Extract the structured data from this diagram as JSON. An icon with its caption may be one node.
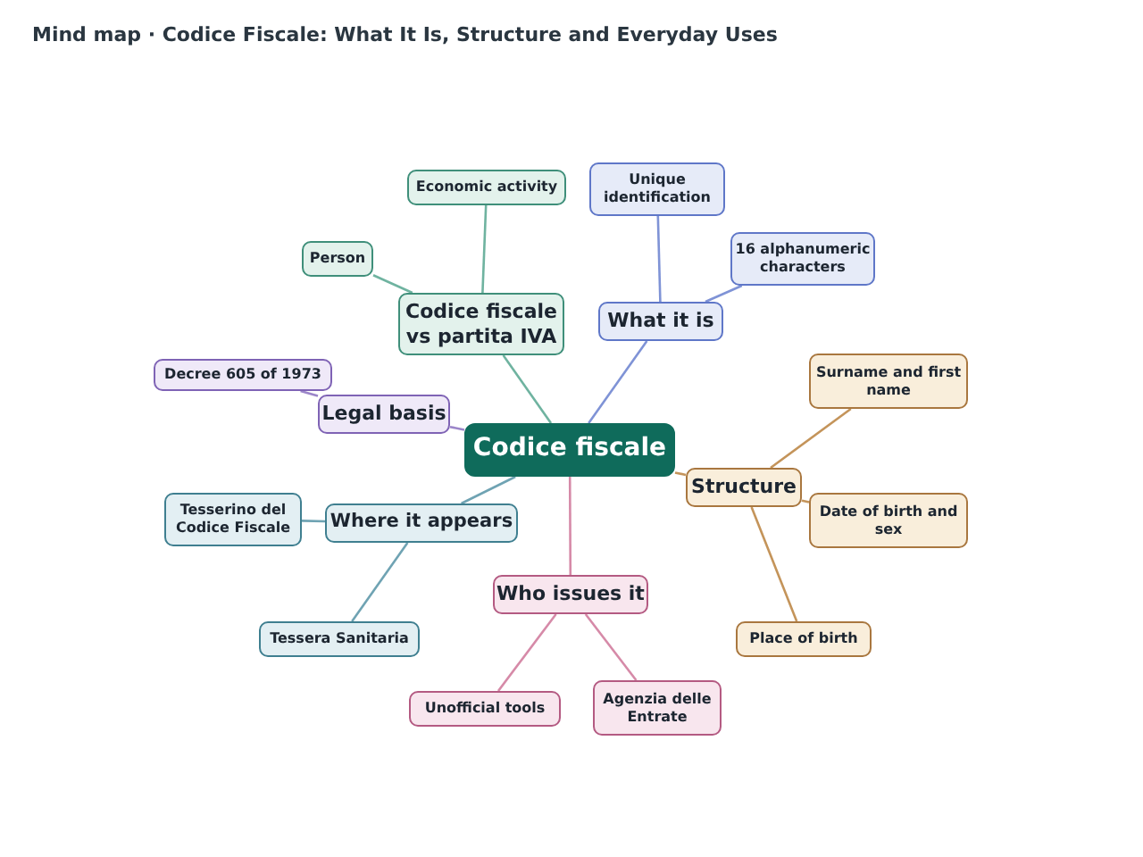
{
  "diagram": {
    "title": "Mind map · Codice Fiscale: What It Is, Structure and Everyday Uses",
    "nodes": [
      {
        "text": [
          "Codice fiscale"
        ]
      },
      {
        "text": [
          "What it is"
        ]
      },
      {
        "text": [
          "Unique identification"
        ]
      },
      {
        "text": [
          "16 alphanumeric characters"
        ]
      },
      {
        "text": [
          "Structure"
        ]
      },
      {
        "text": [
          "Surname and first name"
        ]
      },
      {
        "text": [
          "Date of birth and sex"
        ]
      },
      {
        "text": [
          "Place of birth"
        ]
      },
      {
        "text": [
          "Who issues it"
        ]
      },
      {
        "text": [
          "Unofficial tools"
        ]
      },
      {
        "text": [
          "Agenzia delle Entrate"
        ]
      },
      {
        "text": [
          "Where it appears"
        ]
      },
      {
        "text": [
          "Tesserino del Codice Fiscale"
        ]
      },
      {
        "text": [
          "Tessera Sanitaria"
        ]
      },
      {
        "text": [
          "Legal basis"
        ]
      },
      {
        "text": [
          "Decree 605 of 1973"
        ]
      },
      {
        "text": [
          "Codice fiscale vs partita IVA"
        ]
      },
      {
        "text": [
          "Person"
        ]
      },
      {
        "text": [
          "Economic activity"
        ]
      }
    ],
    "edges": [
      {
        "from": 0,
        "to": 1,
        "arrow": "none",
        "color": "#7f93d6"
      },
      {
        "from": 1,
        "to": 2,
        "arrow": "none",
        "color": "#7f93d6"
      },
      {
        "from": 1,
        "to": 3,
        "arrow": "none",
        "color": "#7f93d6"
      },
      {
        "from": 0,
        "to": 4,
        "arrow": "none",
        "color": "#c4945a"
      },
      {
        "from": 4,
        "to": 5,
        "arrow": "none",
        "color": "#c4945a"
      },
      {
        "from": 4,
        "to": 6,
        "arrow": "none",
        "color": "#c4945a"
      },
      {
        "from": 4,
        "to": 7,
        "arrow": "none",
        "color": "#c4945a"
      },
      {
        "from": 0,
        "to": 8,
        "arrow": "none",
        "color": "#d68aa8"
      },
      {
        "from": 8,
        "to": 9,
        "arrow": "none",
        "color": "#d68aa8"
      },
      {
        "from": 8,
        "to": 10,
        "arrow": "none",
        "color": "#d68aa8"
      },
      {
        "from": 0,
        "to": 11,
        "arrow": "none",
        "color": "#6fa3b3"
      },
      {
        "from": 11,
        "to": 12,
        "arrow": "none",
        "color": "#6fa3b3"
      },
      {
        "from": 11,
        "to": 13,
        "arrow": "none",
        "color": "#6fa3b3"
      },
      {
        "from": 0,
        "to": 14,
        "arrow": "none",
        "color": "#9b85c9"
      },
      {
        "from": 14,
        "to": 15,
        "arrow": "none",
        "color": "#9b85c9"
      },
      {
        "from": 0,
        "to": 16,
        "arrow": "none",
        "color": "#6fb3a0"
      },
      {
        "from": 16,
        "to": 17,
        "arrow": "none",
        "color": "#6fb3a0"
      },
      {
        "from": 16,
        "to": 18,
        "arrow": "none",
        "color": "#6fb3a0"
      }
    ]
  }
}
